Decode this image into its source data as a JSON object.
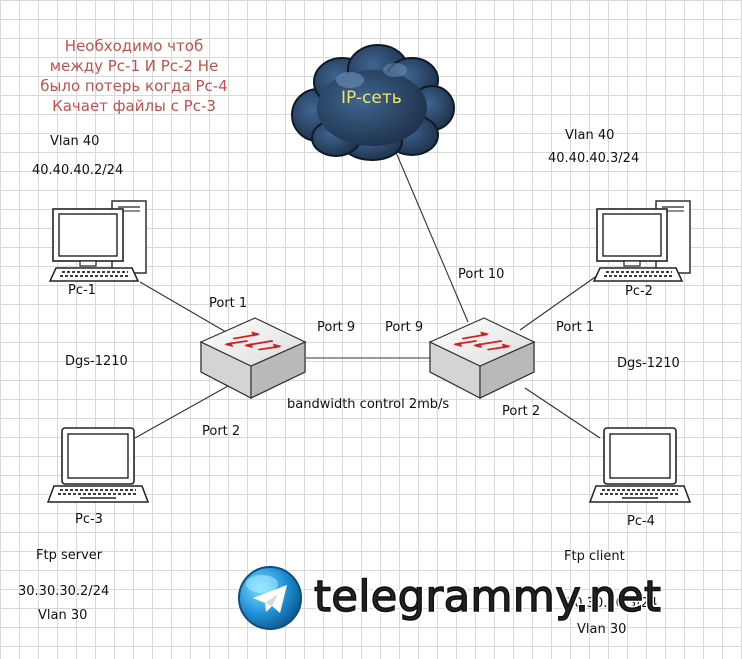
{
  "note": {
    "lines": [
      "Необходимо чтоб",
      "между Pc-1 И Pc-2 Не",
      "было потерь когда Pc-4",
      "Качает файлы с Pc-3"
    ],
    "color": "#c0504d"
  },
  "cloud": {
    "label": "IP-сеть",
    "color": "#2e4a6b",
    "label_color": "#f2e65a"
  },
  "left": {
    "pc1": {
      "name": "Pc-1",
      "vlan": "Vlan 40",
      "ip": "40.40.40.2/24"
    },
    "pc3": {
      "name": "Pc-3",
      "role": "Ftp server",
      "ip": "30.30.30.2/24",
      "vlan": "Vlan 30"
    },
    "switch": {
      "model": "Dgs-1210",
      "port1": "Port 1",
      "port2": "Port 2",
      "port9": "Port 9"
    }
  },
  "right": {
    "pc2": {
      "name": "Pc-2",
      "vlan": "Vlan 40",
      "ip": "40.40.40.3/24"
    },
    "pc4": {
      "name": "Pc-4",
      "role": "Ftp client",
      "ip": "30.30.30.3/24",
      "vlan": "Vlan 30"
    },
    "switch": {
      "model": "Dgs-1210",
      "port1": "Port 1",
      "port2": "Port 2",
      "port9": "Port 9",
      "port10": "Port 10"
    }
  },
  "link": {
    "label": "bandwidth control 2mb/s"
  },
  "watermark": {
    "text": "telegrammy.net",
    "icon": "telegram-icon"
  }
}
